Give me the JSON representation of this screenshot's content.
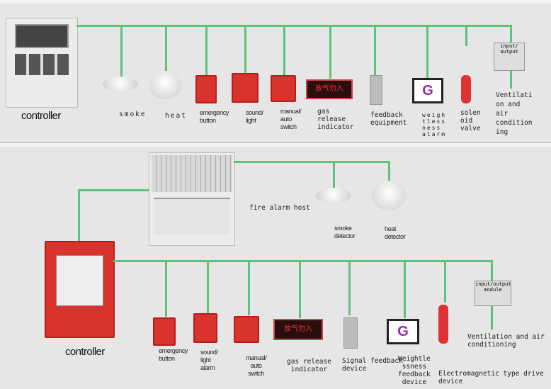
{
  "top": {
    "controller_label": "controller",
    "devices": [
      {
        "label": "smoke"
      },
      {
        "label": "heat"
      },
      {
        "label": "emergency\nbutton"
      },
      {
        "label": "sound/\nlight"
      },
      {
        "label": "manual/\nauto\nswitch"
      },
      {
        "label": "gas\nrelease\nindicator",
        "sign": "放气勿入"
      },
      {
        "label": "feedback\nequipment"
      },
      {
        "label": "weigh\ntless\nness\nalarm",
        "glyph": "G"
      },
      {
        "label": "solen\noid\nvalve"
      },
      {
        "label": "Ventilati\non and\nair\ncondition\ning",
        "module": "input/\noutput"
      }
    ]
  },
  "bottom": {
    "controller_label": "controller",
    "host_label": "fire alarm host",
    "host_devices": [
      {
        "label": "smoke\ndetector"
      },
      {
        "label": "heat\ndetector"
      }
    ],
    "devices": [
      {
        "label": "emergency\nbutton"
      },
      {
        "label": "sound/\nlight\nalarm"
      },
      {
        "label": "manual/\nauto\nswitch"
      },
      {
        "label": "gas release\nindicator",
        "sign": "放气勿入"
      },
      {
        "label": "Signal feedback\ndevice"
      },
      {
        "label": "Weightle\nssness\nfeedback\ndevice",
        "glyph": "G"
      },
      {
        "label": "Electromagnetic type drive\ndevice"
      },
      {
        "label": "Ventilation and air\nconditioning",
        "module": "input/output\nmodule"
      }
    ]
  },
  "colors": {
    "wire": "#5cc47a",
    "red": "#d9332d"
  }
}
